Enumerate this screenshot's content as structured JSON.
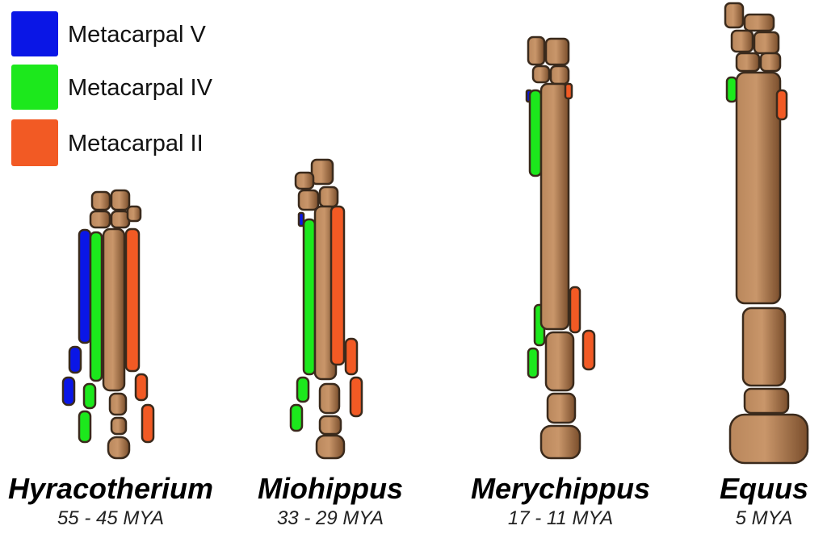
{
  "colors": {
    "metacarpal_v": "#0a16e6",
    "metacarpal_iv": "#1ce81c",
    "metacarpal_ii": "#f25a24",
    "bone_light": "#c9966a",
    "bone_dark": "#7a4e2c",
    "outline": "#3a2a1c"
  },
  "legend": [
    {
      "label": "Metacarpal V",
      "color_key": "metacarpal_v"
    },
    {
      "label": "Metacarpal IV",
      "color_key": "metacarpal_iv"
    },
    {
      "label": "Metacarpal II",
      "color_key": "metacarpal_ii"
    }
  ],
  "specimens": [
    {
      "name": "Hyracotherium",
      "age": "55 - 45 MYA",
      "has_mc_v": true,
      "has_mc_iv": true,
      "has_mc_ii": true
    },
    {
      "name": "Miohippus",
      "age": "33 - 29 MYA",
      "has_mc_v": true,
      "has_mc_iv": true,
      "has_mc_ii": true
    },
    {
      "name": "Merychippus",
      "age": "17 - 11 MYA",
      "has_mc_v": true,
      "has_mc_iv": true,
      "has_mc_ii": true
    },
    {
      "name": "Equus",
      "age": "5 MYA",
      "has_mc_v": false,
      "has_mc_iv": true,
      "has_mc_ii": true
    }
  ]
}
